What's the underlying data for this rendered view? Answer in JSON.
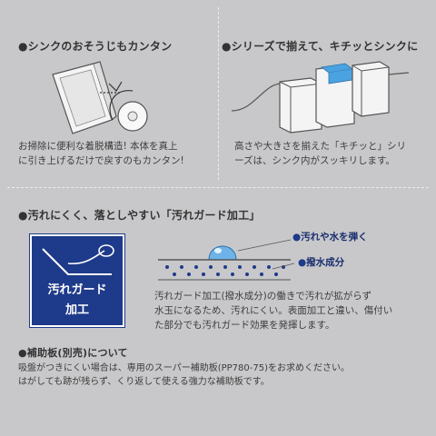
{
  "section1": {
    "title": "●シンクのおそうじもカンタン",
    "body": "お掃除に便利な着脱構造! 本体を真上\nに引き上げるだけで戻すのもカンタン!"
  },
  "section2": {
    "title": "●シリーズで揃えて、キチッとシンクに",
    "body": "高さや大きさを揃えた「キチッと」シリ\nーズは、シンク内がスッキリします。"
  },
  "section3": {
    "title": "●汚れにくく、落としやすい「汚れガード加工」",
    "badge_line1": "汚れガード",
    "badge_line2": "加工",
    "callout1": "汚れや水を弾く",
    "callout2": "撥水成分",
    "body": "汚れガード加工(撥水成分)の働きで汚れが拡がらず\n水玉になるため、汚れにくい。表面加工と違い、傷付い\nた部分でも汚れガード効果を発揮します。"
  },
  "section4": {
    "title": "●補助板(別売)について",
    "body": "吸盤がつきにくい場合は、専用のスーパー補助板(PP780-75)をお求めください。\nはがしても跡が残らず、くり返して使える強力な補助板です。"
  },
  "colors": {
    "background": "#c8c8ca",
    "navy": "#1e3a8a",
    "callout_blue": "#1a2e6e",
    "water_blue": "#4aa3e0"
  }
}
